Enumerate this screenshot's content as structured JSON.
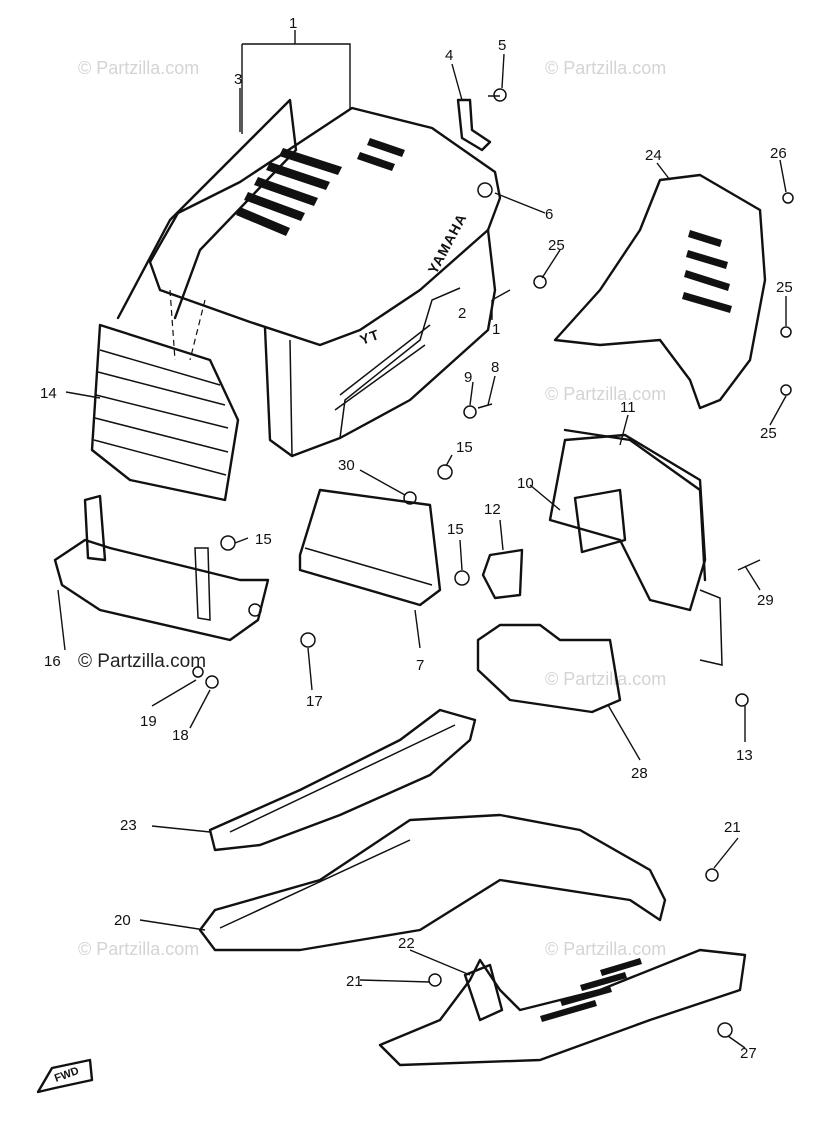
{
  "watermark": {
    "text": "© Partzilla.com",
    "text_prominent": "© Partzilla.com"
  },
  "brand_text": "YAMAHA",
  "model_text": "YT",
  "direction_label": "FWD",
  "callouts": {
    "c1": "1",
    "c2": "2",
    "c3": "3",
    "c4": "4",
    "c5": "5",
    "c6": "6",
    "c7": "7",
    "c8": "8",
    "c9": "9",
    "c10": "10",
    "c11": "11",
    "c12": "12",
    "c13": "13",
    "c14": "14",
    "c15": "15",
    "c16": "16",
    "c17": "17",
    "c18": "18",
    "c19": "19",
    "c20": "20",
    "c21": "21",
    "c22": "22",
    "c23": "23",
    "c24": "24",
    "c25": "25",
    "c26": "26",
    "c27": "27",
    "c28": "28",
    "c29": "29",
    "c30": "30"
  }
}
